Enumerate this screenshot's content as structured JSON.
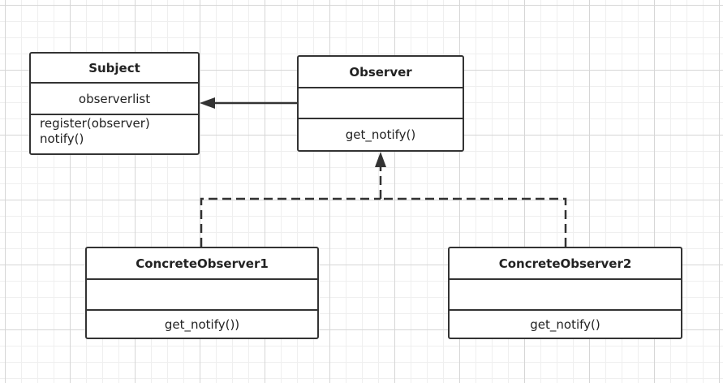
{
  "diagram": {
    "classes": [
      {
        "id": "subject",
        "name": "Subject",
        "attributes": [
          "observerlist"
        ],
        "methods": [
          "register(observer)",
          "notify()"
        ]
      },
      {
        "id": "observer",
        "name": "Observer",
        "attributes": [],
        "methods": [
          "get_notify()"
        ]
      },
      {
        "id": "concrete1",
        "name": "ConcreteObserver1",
        "attributes": [],
        "methods": [
          "get_notify())"
        ]
      },
      {
        "id": "concrete2",
        "name": "ConcreteObserver2",
        "attributes": [],
        "methods": [
          "get_notify()"
        ]
      }
    ],
    "relations": [
      {
        "from": "observer",
        "to": "subject",
        "style": "solid",
        "head": "filled-arrow"
      },
      {
        "from": "concrete1",
        "to": "observer",
        "style": "dashed",
        "head": "filled-arrow"
      },
      {
        "from": "concrete2",
        "to": "observer",
        "style": "dashed",
        "head": "filled-arrow"
      }
    ],
    "colors": {
      "line": "#333333",
      "grid_major": "#d6d6d6",
      "grid_minor": "#efefef",
      "background": "#ffffff"
    }
  }
}
